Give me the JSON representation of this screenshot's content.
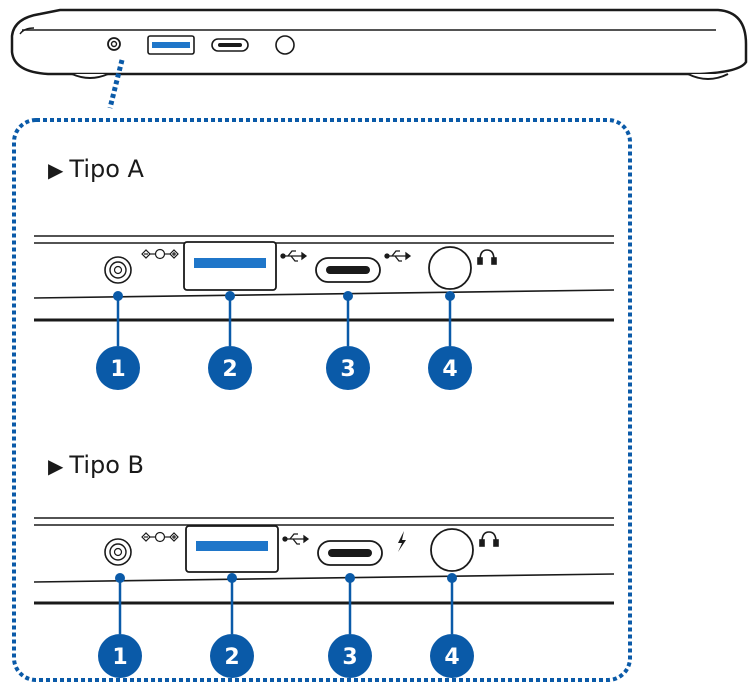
{
  "sections": [
    {
      "arrow": "▶",
      "label": "Tipo A",
      "badges": [
        "1",
        "2",
        "3",
        "4"
      ]
    },
    {
      "arrow": "▶",
      "label": "Tipo B",
      "badges": [
        "1",
        "2",
        "3",
        "4"
      ]
    }
  ],
  "colors": {
    "accent_blue": "#0a5aa8",
    "port_blue": "#1f76c9",
    "outline": "#1a1a1a",
    "dotted": "#0a5aa8"
  },
  "icons": {
    "dc": "dc-power-polarity-icon",
    "usb": "usb-symbol-icon",
    "thunderbolt": "thunderbolt-icon",
    "headset": "headset-icon"
  }
}
